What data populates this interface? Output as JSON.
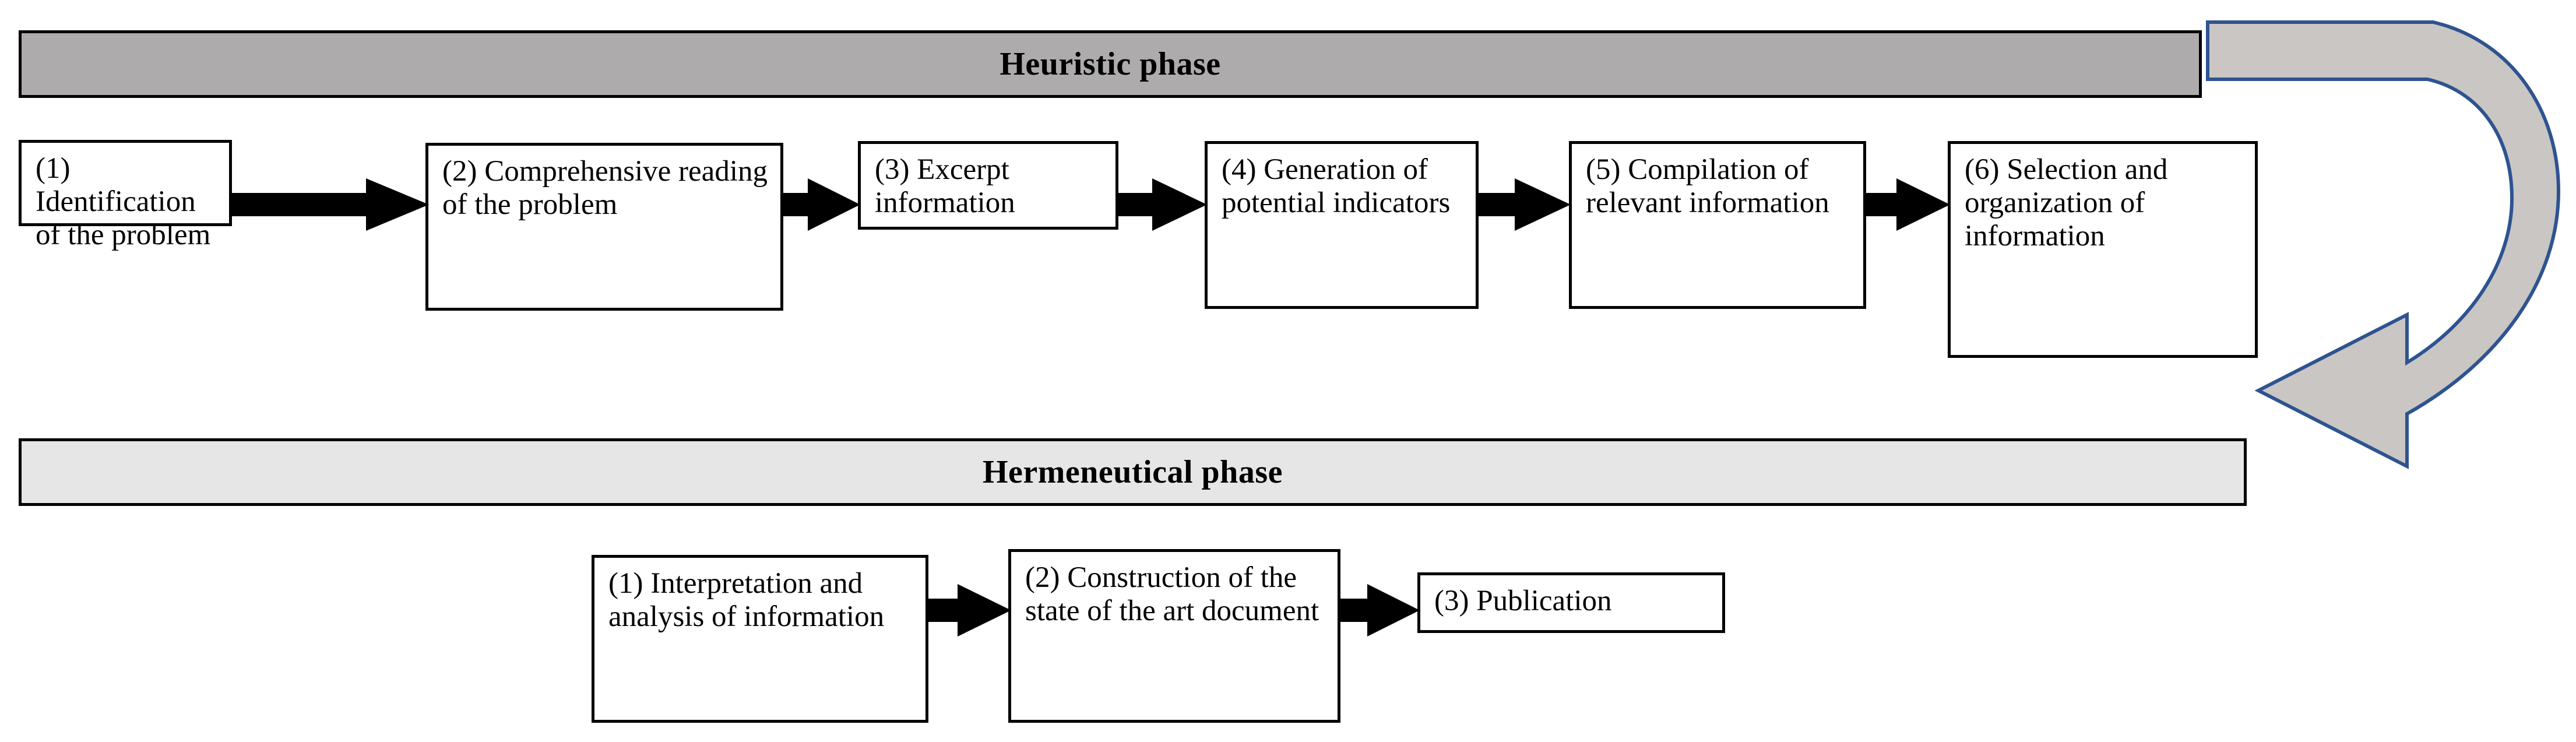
{
  "diagram": {
    "title": "Heuristic and Hermeneutical phases process flow",
    "colors": {
      "heuristic_bar_fill": "#ADABAB",
      "hermeneutical_bar_fill": "#E7E6E6",
      "box_fill": "#FFFFFF",
      "box_border": "#000000",
      "block_arrow": "#000000",
      "curved_arrow_fill": "#C9C6C4",
      "curved_arrow_stroke": "#2E5390",
      "text": "#000000"
    }
  },
  "heuristic_phase": {
    "label": "Heuristic phase",
    "steps": [
      {
        "id": 1,
        "label": "(1) Identification of the problem"
      },
      {
        "id": 2,
        "label": "(2) Comprehensive reading of the problem"
      },
      {
        "id": 3,
        "label": "(3) Excerpt information"
      },
      {
        "id": 4,
        "label": "(4) Generation of potential indicators"
      },
      {
        "id": 5,
        "label": "(5) Compilation of relevant information"
      },
      {
        "id": 6,
        "label": "(6) Selection and organization of information"
      }
    ]
  },
  "hermeneutical_phase": {
    "label": "Hermeneutical phase",
    "steps": [
      {
        "id": 1,
        "label": "(1) Interpretation and analysis of information"
      },
      {
        "id": 2,
        "label": "(2) Construction of the state of the art document"
      },
      {
        "id": 3,
        "label": "(3) Publication"
      }
    ]
  },
  "connectors": {
    "top_arrows": [
      "arrow-step1-to-step2",
      "arrow-step2-to-step3",
      "arrow-step3-to-step4",
      "arrow-step4-to-step5",
      "arrow-step5-to-step6"
    ],
    "bottom_arrows": [
      "arrow-hstep1-to-hstep2",
      "arrow-hstep2-to-hstep3"
    ],
    "return_arrow": "curved-return-arrow-heuristic-to-hermeneutical"
  }
}
